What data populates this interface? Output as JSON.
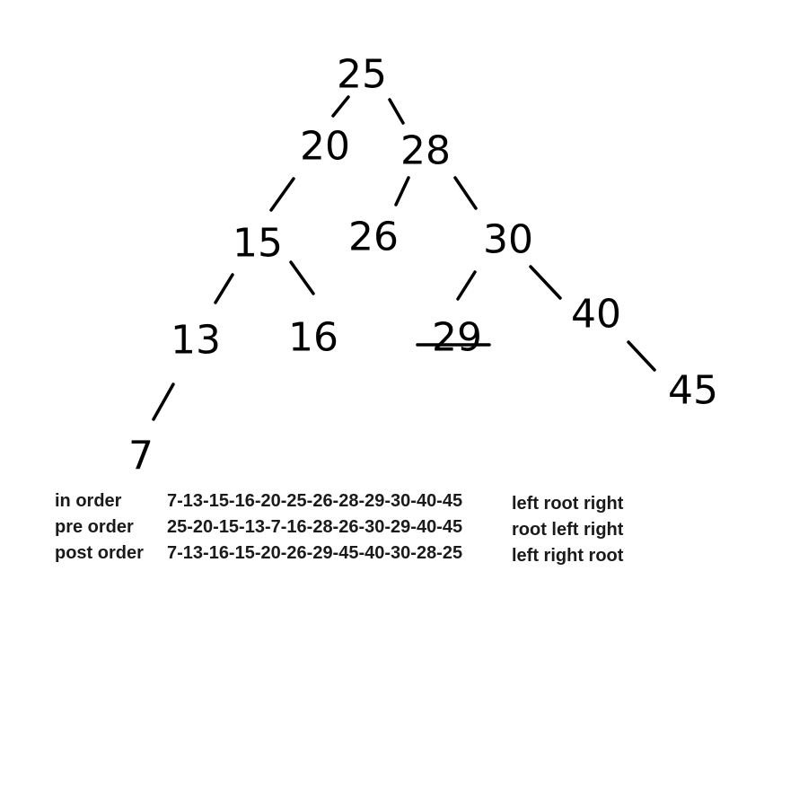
{
  "tree": {
    "nodes": [
      {
        "id": "n25",
        "label": "25"
      },
      {
        "id": "n20",
        "label": "20"
      },
      {
        "id": "n28",
        "label": "28"
      },
      {
        "id": "n15",
        "label": "15"
      },
      {
        "id": "n26",
        "label": "26"
      },
      {
        "id": "n30",
        "label": "30"
      },
      {
        "id": "n13",
        "label": "13"
      },
      {
        "id": "n16",
        "label": "16"
      },
      {
        "id": "n29",
        "label": "29"
      },
      {
        "id": "n40",
        "label": "40"
      },
      {
        "id": "n45",
        "label": "45"
      },
      {
        "id": "n7",
        "label": "7"
      }
    ],
    "edges": [
      [
        "n25",
        "n20"
      ],
      [
        "n25",
        "n28"
      ],
      [
        "n20",
        "n15"
      ],
      [
        "n28",
        "n26"
      ],
      [
        "n28",
        "n30"
      ],
      [
        "n15",
        "n13"
      ],
      [
        "n15",
        "n16"
      ],
      [
        "n30",
        "n29"
      ],
      [
        "n30",
        "n40"
      ],
      [
        "n40",
        "n45"
      ],
      [
        "n13",
        "n7"
      ]
    ]
  },
  "traversals": [
    {
      "name": "in order",
      "sequence": "7-13-15-16-20-25-26-28-29-30-40-45",
      "rule": "left root right"
    },
    {
      "name": "pre order",
      "sequence": "25-20-15-13-7-16-28-26-30-29-40-45",
      "rule": "root left right"
    },
    {
      "name": "post order",
      "sequence": "7-13-16-15-20-26-29-45-40-30-28-25",
      "rule": "left right root"
    }
  ]
}
